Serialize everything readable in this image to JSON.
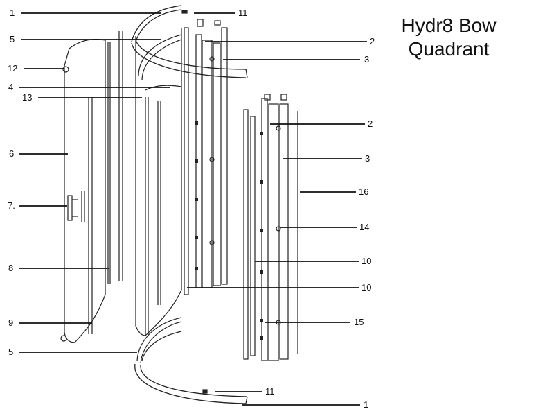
{
  "title": {
    "line1": "Hydr8 Bow",
    "line2": "Quadrant"
  },
  "callouts": [
    {
      "id": "c1-top",
      "text": "1"
    },
    {
      "id": "c11-top",
      "text": "11"
    },
    {
      "id": "c5-top",
      "text": "5"
    },
    {
      "id": "c2-a",
      "text": "2"
    },
    {
      "id": "c3-a",
      "text": "3"
    },
    {
      "id": "c12",
      "text": "12"
    },
    {
      "id": "c4",
      "text": "4"
    },
    {
      "id": "c13",
      "text": "13"
    },
    {
      "id": "c2-b",
      "text": "2"
    },
    {
      "id": "c6",
      "text": "6"
    },
    {
      "id": "c3-b",
      "text": "3"
    },
    {
      "id": "c16",
      "text": "16"
    },
    {
      "id": "c7",
      "text": "7."
    },
    {
      "id": "c14",
      "text": "14"
    },
    {
      "id": "c8",
      "text": "8"
    },
    {
      "id": "c10-a",
      "text": "10"
    },
    {
      "id": "c10-b",
      "text": "10"
    },
    {
      "id": "c9",
      "text": "9"
    },
    {
      "id": "c15",
      "text": "15"
    },
    {
      "id": "c5-bot",
      "text": "5"
    },
    {
      "id": "c11-bot",
      "text": "11"
    },
    {
      "id": "c1-bot",
      "text": "1"
    }
  ]
}
